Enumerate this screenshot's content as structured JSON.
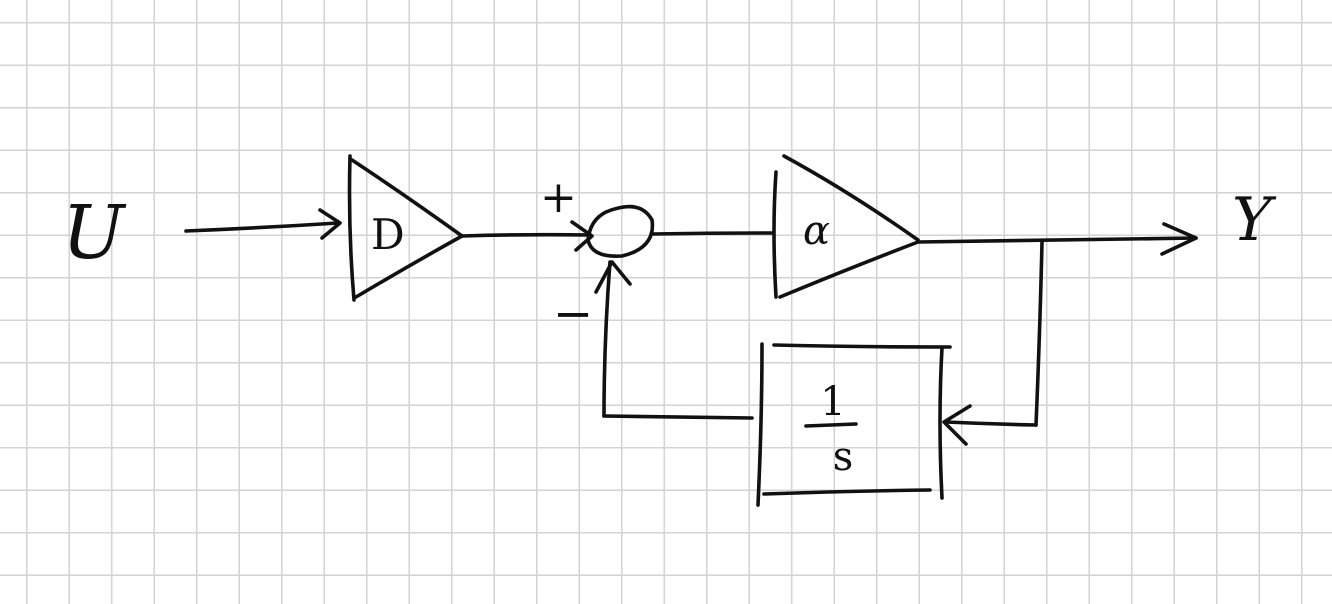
{
  "diagram": {
    "input_label": "U",
    "output_label": "Y",
    "gain_d_label": "D",
    "gain_alpha_label": "α",
    "sum_plus_label": "+",
    "sum_minus_label": "−",
    "integrator_numerator": "1",
    "integrator_denominator": "s"
  },
  "colors": {
    "ink": "#111111",
    "grid": "#d3d3d3",
    "paper": "#ffffff"
  }
}
